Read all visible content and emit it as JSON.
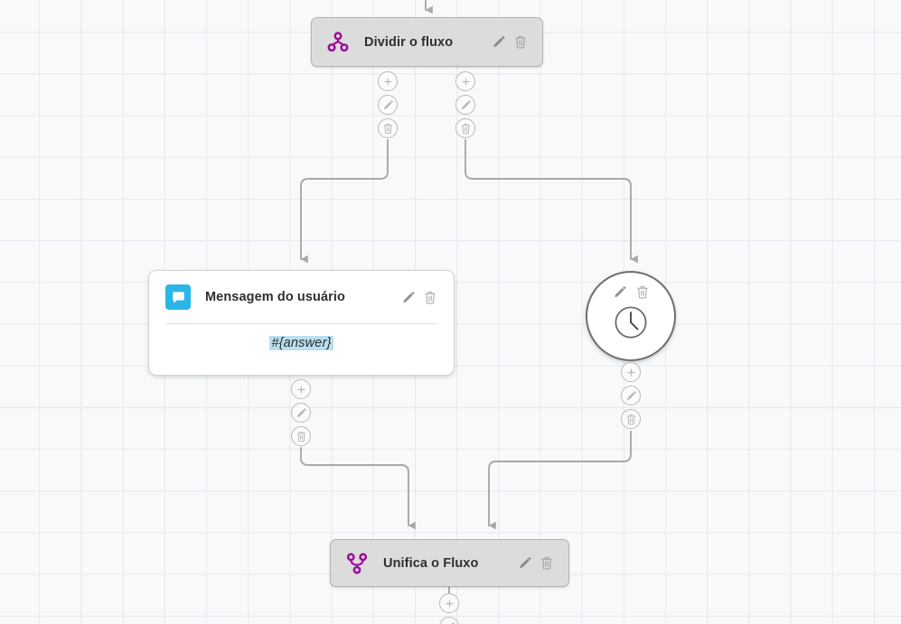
{
  "canvas": {
    "grid_color": "#e4e8f0",
    "background_color": "#f8f9fa",
    "edge_color": "#a8a8a8"
  },
  "palette": {
    "brand_purple": "#9c0f9c",
    "chat_blue": "#29b6e8",
    "token_highlight": "#b9dff1",
    "node_gray_fill": "#dcdcdc",
    "node_gray_border": "#b4b4b4",
    "node_white_fill": "#ffffff",
    "circle_border": "#6f6f6f"
  },
  "nodes": [
    {
      "id": "split",
      "type": "split",
      "title": "Dividir o fluxo",
      "icon": "split-flow-icon",
      "edit_label": "Editar",
      "delete_label": "Excluir"
    },
    {
      "id": "user-message",
      "type": "message",
      "title": "Mensagem do usuário",
      "icon": "chat-bubble-icon",
      "body_token": "#{answer}",
      "edit_label": "Editar",
      "delete_label": "Excluir"
    },
    {
      "id": "timer",
      "type": "timer",
      "icon": "clock-icon",
      "edit_label": "Editar",
      "delete_label": "Excluir"
    },
    {
      "id": "merge",
      "type": "merge",
      "title": "Unifica o Fluxo",
      "icon": "merge-flow-icon",
      "edit_label": "Editar",
      "delete_label": "Excluir"
    }
  ],
  "connectors": [
    {
      "id": "split-out-left",
      "buttons": [
        "add",
        "edit",
        "delete"
      ]
    },
    {
      "id": "split-out-right",
      "buttons": [
        "add",
        "edit",
        "delete"
      ]
    },
    {
      "id": "message-out",
      "buttons": [
        "add",
        "edit",
        "delete"
      ]
    },
    {
      "id": "timer-out",
      "buttons": [
        "add",
        "edit",
        "delete"
      ]
    },
    {
      "id": "merge-out",
      "buttons": [
        "add",
        "edit"
      ]
    }
  ],
  "button_labels": {
    "add": "Adicionar",
    "edit": "Editar",
    "delete": "Excluir"
  }
}
